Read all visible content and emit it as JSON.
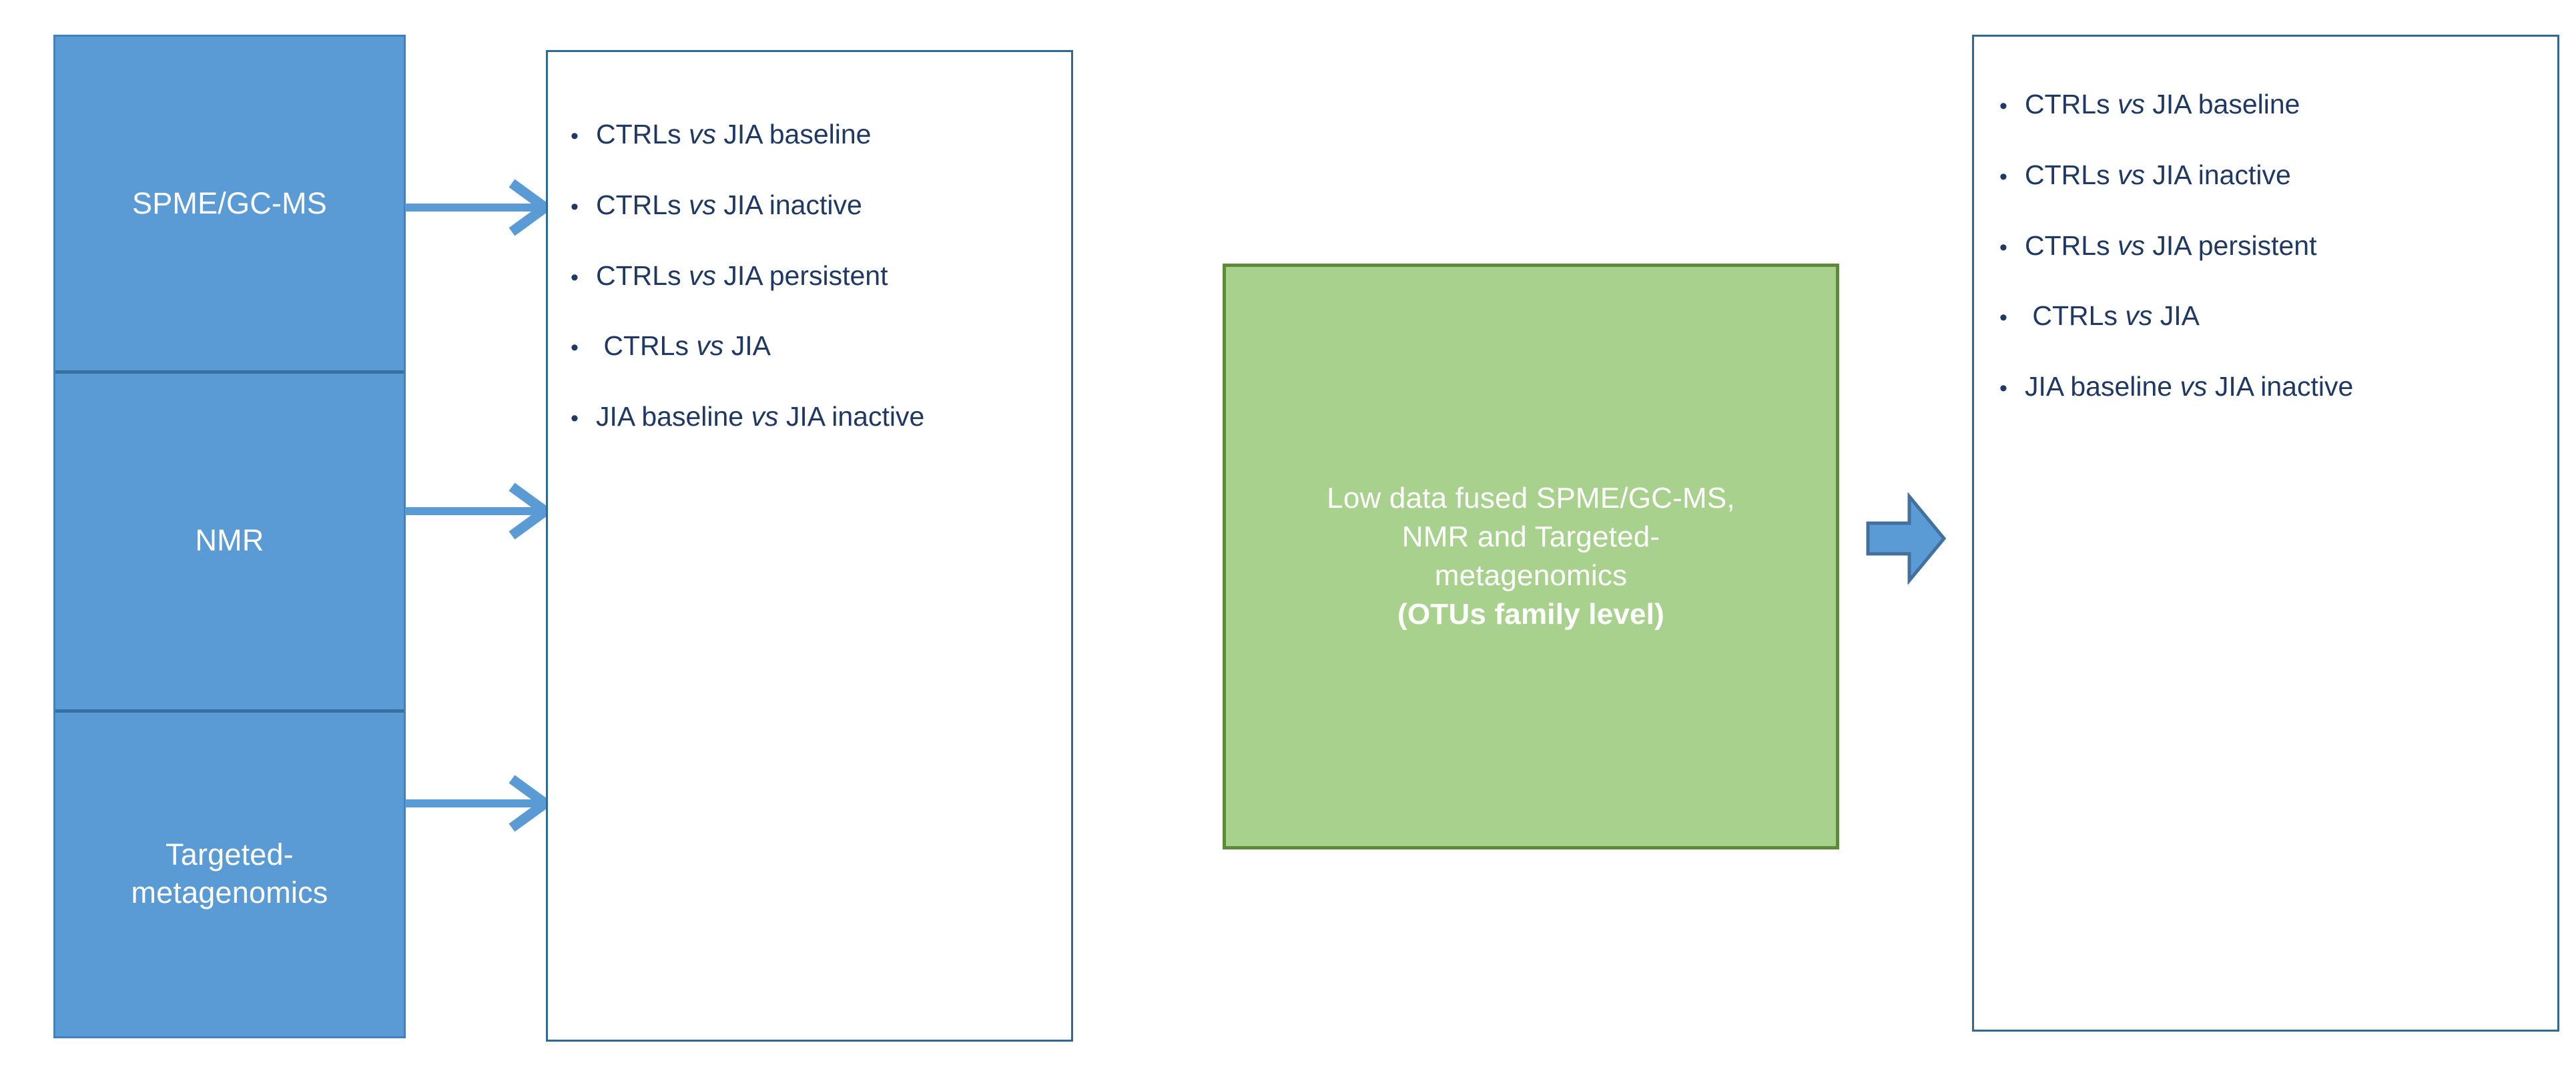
{
  "techniques": {
    "items": [
      {
        "label": "SPME/GC-MS"
      },
      {
        "label": "NMR"
      },
      {
        "label": "Targeted-\nmetagenomics"
      }
    ],
    "fill_color": "#5B9BD5",
    "text_color": "#FFFFFF"
  },
  "arrows": {
    "connector_color": "#5B9BD5",
    "block_arrow_fill": "#5B9BD5",
    "block_arrow_stroke": "#41719C",
    "connector_count": 3
  },
  "left_list": {
    "bullet_glyph": "•",
    "text_color": "#1F3864",
    "items": [
      {
        "pre": "CTRLs ",
        "em": "vs",
        "post": " JIA baseline"
      },
      {
        "pre": "CTRLs ",
        "em": "vs",
        "post": " JIA inactive"
      },
      {
        "pre": "CTRLs ",
        "em": "vs",
        "post": " JIA persistent"
      },
      {
        "pre": " CTRLs ",
        "em": "vs",
        "post": " JIA"
      },
      {
        "pre": "JIA baseline ",
        "em": "vs",
        "post": " JIA inactive"
      }
    ],
    "border_color": "#2E6A94"
  },
  "fusion": {
    "line1": "Low data fused SPME/GC-MS,",
    "line2": "NMR and Targeted-",
    "line3": "metagenomics",
    "line4_bold": "(OTUs family level)",
    "fill_color": "#A9D18E",
    "border_color": "#5B8B3A",
    "text_color": "#FFFFFF"
  },
  "right_list": {
    "bullet_glyph": "•",
    "text_color": "#1F3864",
    "items": [
      {
        "pre": "CTRLs ",
        "em": "vs",
        "post": " JIA baseline"
      },
      {
        "pre": "CTRLs ",
        "em": "vs",
        "post": " JIA inactive"
      },
      {
        "pre": "CTRLs ",
        "em": "vs",
        "post": " JIA persistent"
      },
      {
        "pre": " CTRLs ",
        "em": "vs",
        "post": " JIA"
      },
      {
        "pre": "JIA baseline ",
        "em": "vs",
        "post": " JIA inactive"
      }
    ],
    "border_color": "#2E6A94"
  }
}
